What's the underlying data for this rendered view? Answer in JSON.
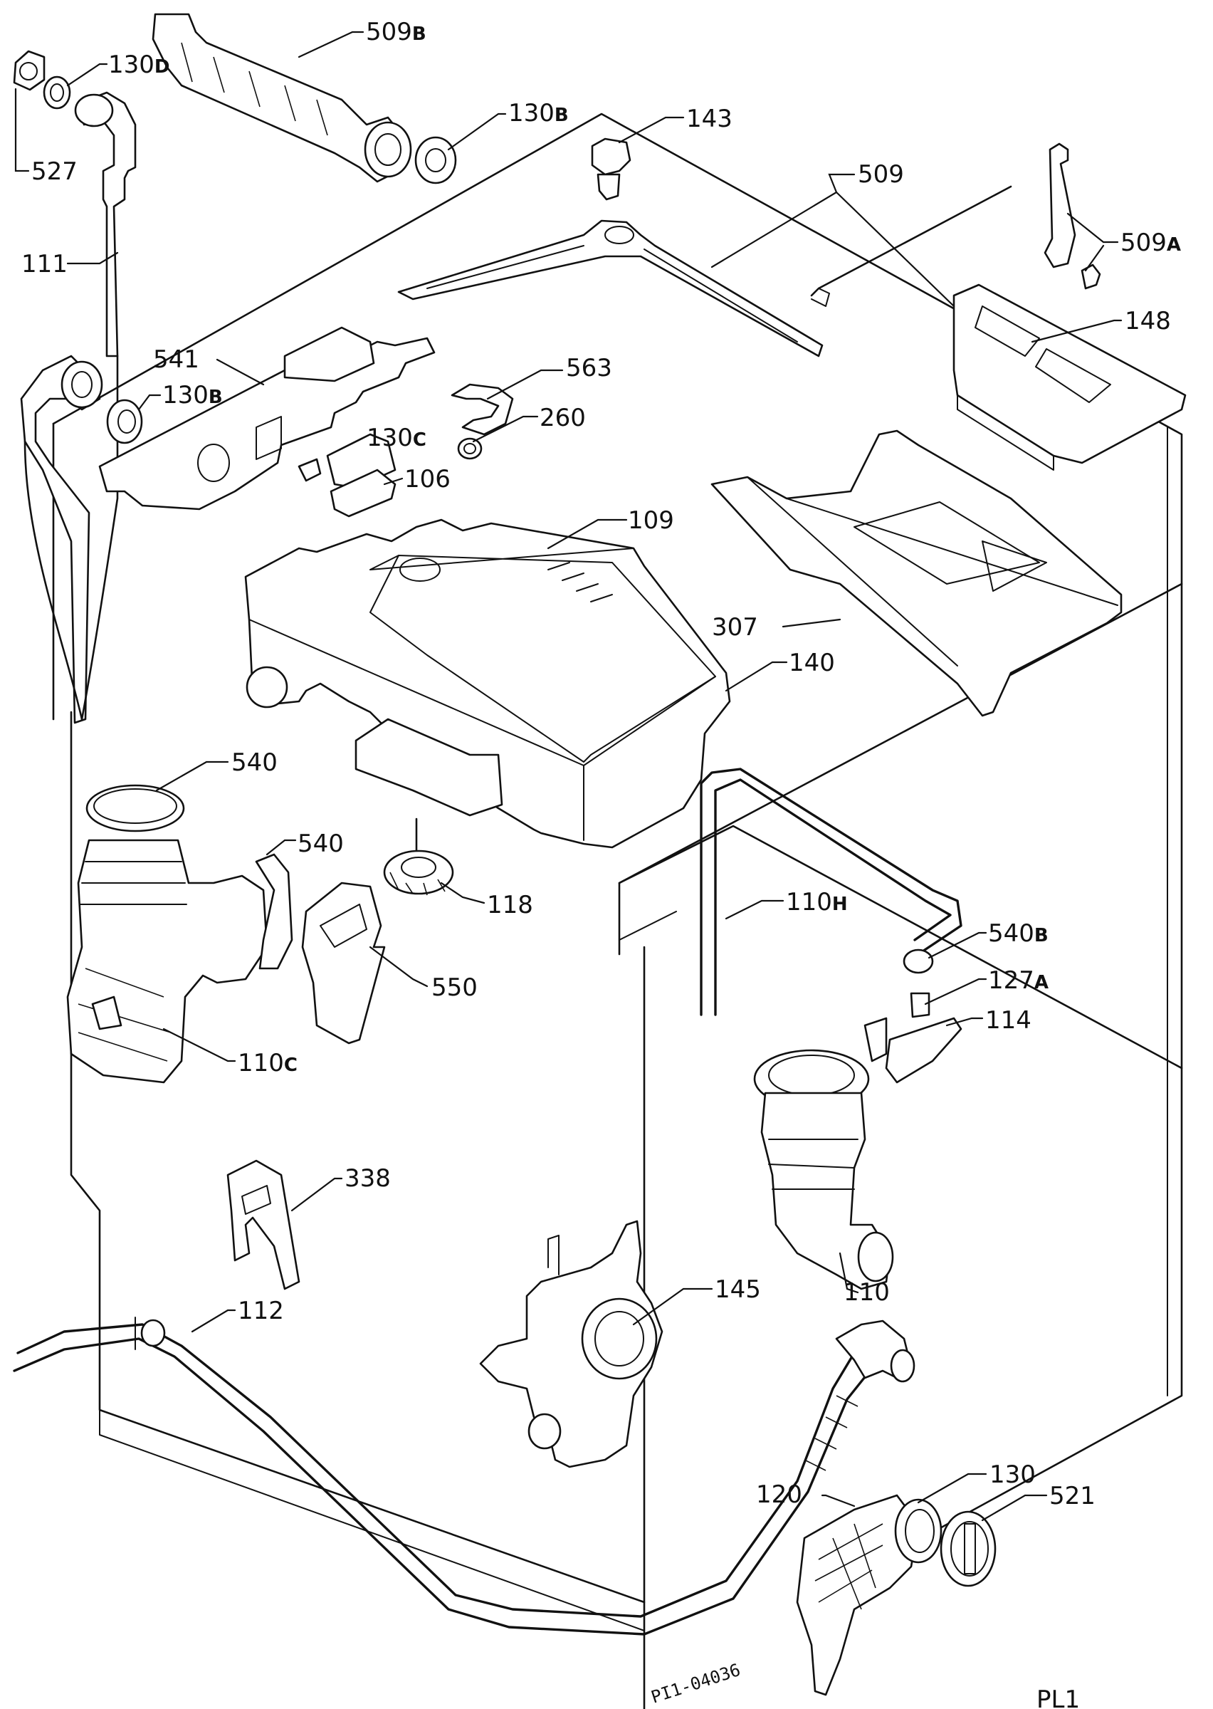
{
  "labels": [
    {
      "id": "509b",
      "text": "509",
      "suffix": "B"
    },
    {
      "id": "130d",
      "text": "130",
      "suffix": "D"
    },
    {
      "id": "527",
      "text": "527",
      "suffix": ""
    },
    {
      "id": "130b_top",
      "text": "130",
      "suffix": "B"
    },
    {
      "id": "143",
      "text": "143",
      "suffix": ""
    },
    {
      "id": "509",
      "text": "509",
      "suffix": ""
    },
    {
      "id": "509a",
      "text": "509",
      "suffix": "A"
    },
    {
      "id": "111",
      "text": "111",
      "suffix": ""
    },
    {
      "id": "148",
      "text": "148",
      "suffix": ""
    },
    {
      "id": "541",
      "text": "541",
      "suffix": ""
    },
    {
      "id": "563",
      "text": "563",
      "suffix": ""
    },
    {
      "id": "130b_mid",
      "text": "130",
      "suffix": "B"
    },
    {
      "id": "130c",
      "text": "130",
      "suffix": "C"
    },
    {
      "id": "260",
      "text": "260",
      "suffix": ""
    },
    {
      "id": "106",
      "text": "106",
      "suffix": ""
    },
    {
      "id": "109",
      "text": "109",
      "suffix": ""
    },
    {
      "id": "307",
      "text": "307",
      "suffix": ""
    },
    {
      "id": "140",
      "text": "140",
      "suffix": ""
    },
    {
      "id": "540_a",
      "text": "540",
      "suffix": ""
    },
    {
      "id": "540_b",
      "text": "540",
      "suffix": ""
    },
    {
      "id": "118",
      "text": "118",
      "suffix": ""
    },
    {
      "id": "110h",
      "text": "110",
      "suffix": "H"
    },
    {
      "id": "540b",
      "text": "540",
      "suffix": "B"
    },
    {
      "id": "550",
      "text": "550",
      "suffix": ""
    },
    {
      "id": "127a",
      "text": "127",
      "suffix": "A"
    },
    {
      "id": "110c",
      "text": "110",
      "suffix": "C"
    },
    {
      "id": "114",
      "text": "114",
      "suffix": ""
    },
    {
      "id": "338",
      "text": "338",
      "suffix": ""
    },
    {
      "id": "110",
      "text": "110",
      "suffix": ""
    },
    {
      "id": "112",
      "text": "112",
      "suffix": ""
    },
    {
      "id": "145",
      "text": "145",
      "suffix": ""
    },
    {
      "id": "130",
      "text": "130",
      "suffix": ""
    },
    {
      "id": "120",
      "text": "120",
      "suffix": ""
    },
    {
      "id": "521",
      "text": "521",
      "suffix": ""
    }
  ],
  "stamp": "PI1-04036",
  "page_code": "PL1"
}
